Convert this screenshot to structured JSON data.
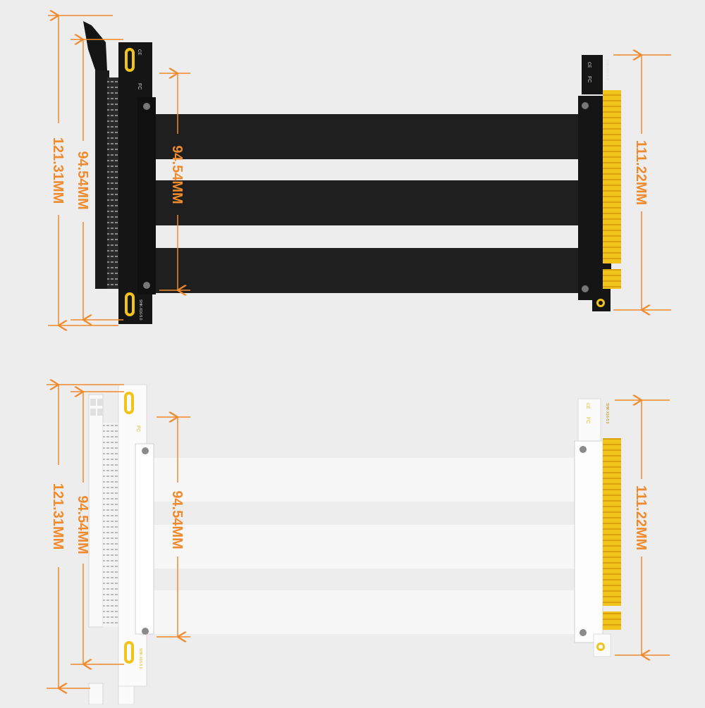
{
  "colors": {
    "background": "#ededed",
    "dimension": "#f08a2c",
    "black_unit": "#1b1b1b",
    "white_unit": "#f9f9f9",
    "gold_contacts": "#e6b510"
  },
  "black_riser": {
    "left_outer_height": "121.31MM",
    "left_inner_height": "94.54MM",
    "cable_height": "94.54MM",
    "right_height": "111.22MM",
    "pcb_label": "SHK-X16-5.0"
  },
  "white_riser": {
    "left_outer_height": "121.31MM",
    "left_inner_height": "94.54MM",
    "cable_height": "94.54MM",
    "right_height": "111.22MM",
    "pcb_label": "SHK-X16-5.0"
  }
}
